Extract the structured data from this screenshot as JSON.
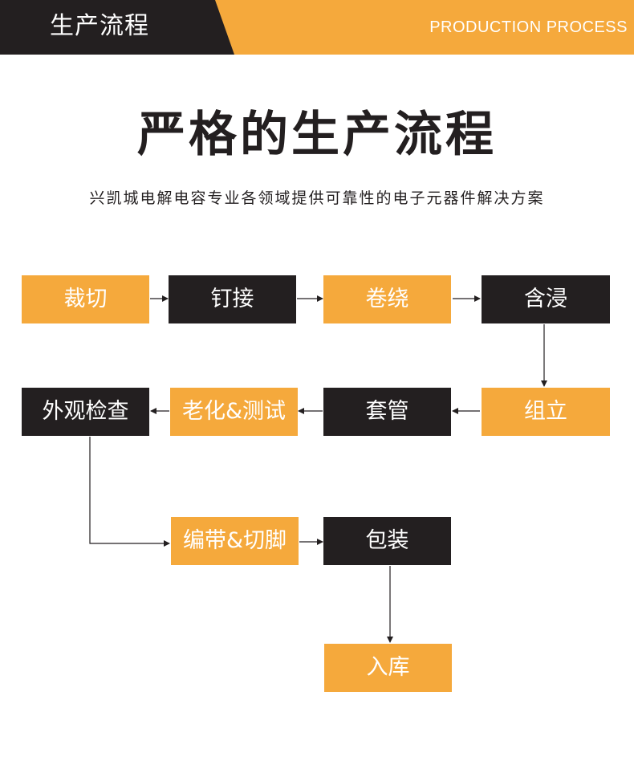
{
  "banner": {
    "title": "生产流程",
    "subtitle": "PRODUCTION PROCESS"
  },
  "heading": {
    "title": "严格的生产流程",
    "subtitle": "兴凯城电解电容专业各领域提供可靠性的电子元器件解决方案"
  },
  "colors": {
    "accent": "#f5a93c",
    "dark": "#231f20",
    "text_light": "#ffffff"
  },
  "steps": [
    {
      "label": "裁切",
      "style": "orange"
    },
    {
      "label": "钉接",
      "style": "dark"
    },
    {
      "label": "卷绕",
      "style": "orange"
    },
    {
      "label": "含浸",
      "style": "dark"
    },
    {
      "label": "组立",
      "style": "orange"
    },
    {
      "label": "套管",
      "style": "dark"
    },
    {
      "label": "老化&测试",
      "style": "orange"
    },
    {
      "label": "外观检查",
      "style": "dark"
    },
    {
      "label": "编带&切脚",
      "style": "orange"
    },
    {
      "label": "包装",
      "style": "dark"
    },
    {
      "label": "入库",
      "style": "orange"
    }
  ]
}
